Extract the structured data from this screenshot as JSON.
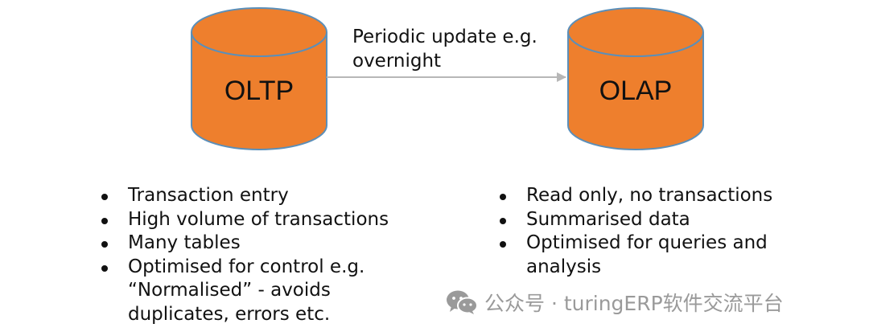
{
  "diagram": {
    "left_db": {
      "label": "OLTP"
    },
    "right_db": {
      "label": "OLAP"
    },
    "arrow": {
      "label": "Periodic update e.g. overnight"
    },
    "colors": {
      "cylinder_fill": "#EE7F2D",
      "cylinder_stroke": "#5B8FB9",
      "arrow": "#B7B7B7"
    }
  },
  "left_list": {
    "items": [
      "Transaction entry",
      "High volume of transactions",
      "Many tables",
      "Optimised for control e.g. “Normalised” - avoids duplicates, errors etc."
    ]
  },
  "right_list": {
    "items": [
      "Read only, no transactions",
      "Summarised data",
      "Optimised for queries and analysis"
    ]
  },
  "watermark": {
    "icon": "wechat-icon",
    "text": "公众号 · turingERP软件交流平台"
  }
}
